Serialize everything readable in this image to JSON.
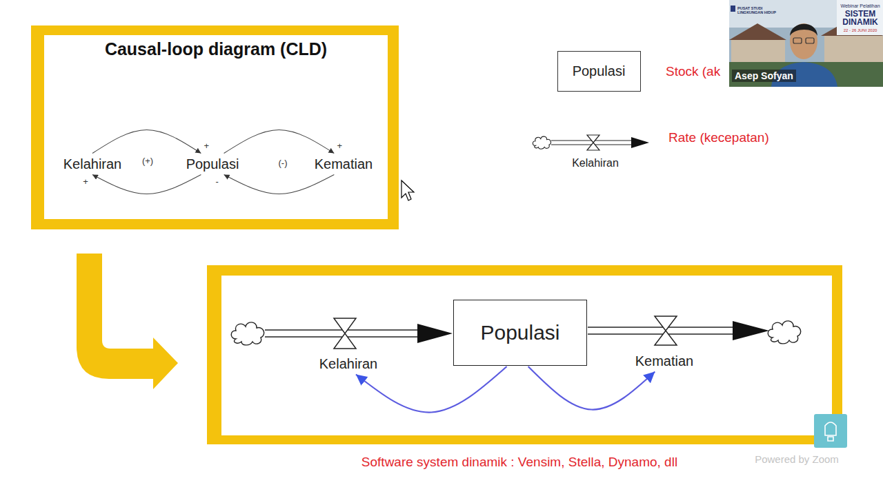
{
  "diagram": {
    "nodes": [
      {
        "text": [
          "Causal-loop diagram (CLD)"
        ]
      },
      {
        "text": [
          "Kelahiran"
        ],
        "in": 0
      },
      {
        "text": [
          "Populasi"
        ],
        "in": 0
      },
      {
        "text": [
          "Kematian"
        ],
        "in": 0
      },
      {
        "text": [
          "Populasi"
        ]
      },
      {
        "text": [
          "Kelahiran"
        ]
      },
      {
        "text": [
          "Populasi"
        ]
      },
      {
        "text": [
          "Kematian"
        ]
      }
    ],
    "edges": [
      {
        "from": 1,
        "to": 2,
        "arrow": "to",
        "label": "+"
      },
      {
        "from": 2,
        "to": 1,
        "arrow": "to",
        "label": "+"
      },
      {
        "from": 2,
        "to": 3,
        "arrow": "to",
        "label": "+"
      },
      {
        "from": 3,
        "to": 2,
        "arrow": "to",
        "label": "-"
      },
      {
        "from": 6,
        "to": 5,
        "arrow": "to"
      },
      {
        "from": 6,
        "to": 7,
        "arrow": "to"
      }
    ],
    "labels": [
      "(+)",
      "(-)",
      "Stock (ak",
      "Rate (kecepatan)",
      "Kelahiran",
      "Software system dinamik : Vensim, Stella, Dynamo, dll",
      "Asep Sofyan",
      "PUSAT STUDI LINGKUNGAN HIDUP",
      "Webinar Pelatihan",
      "SISTEM",
      "DINAMIK",
      "22 - 26 JUNI 2020",
      "Powered by Zoom"
    ]
  }
}
